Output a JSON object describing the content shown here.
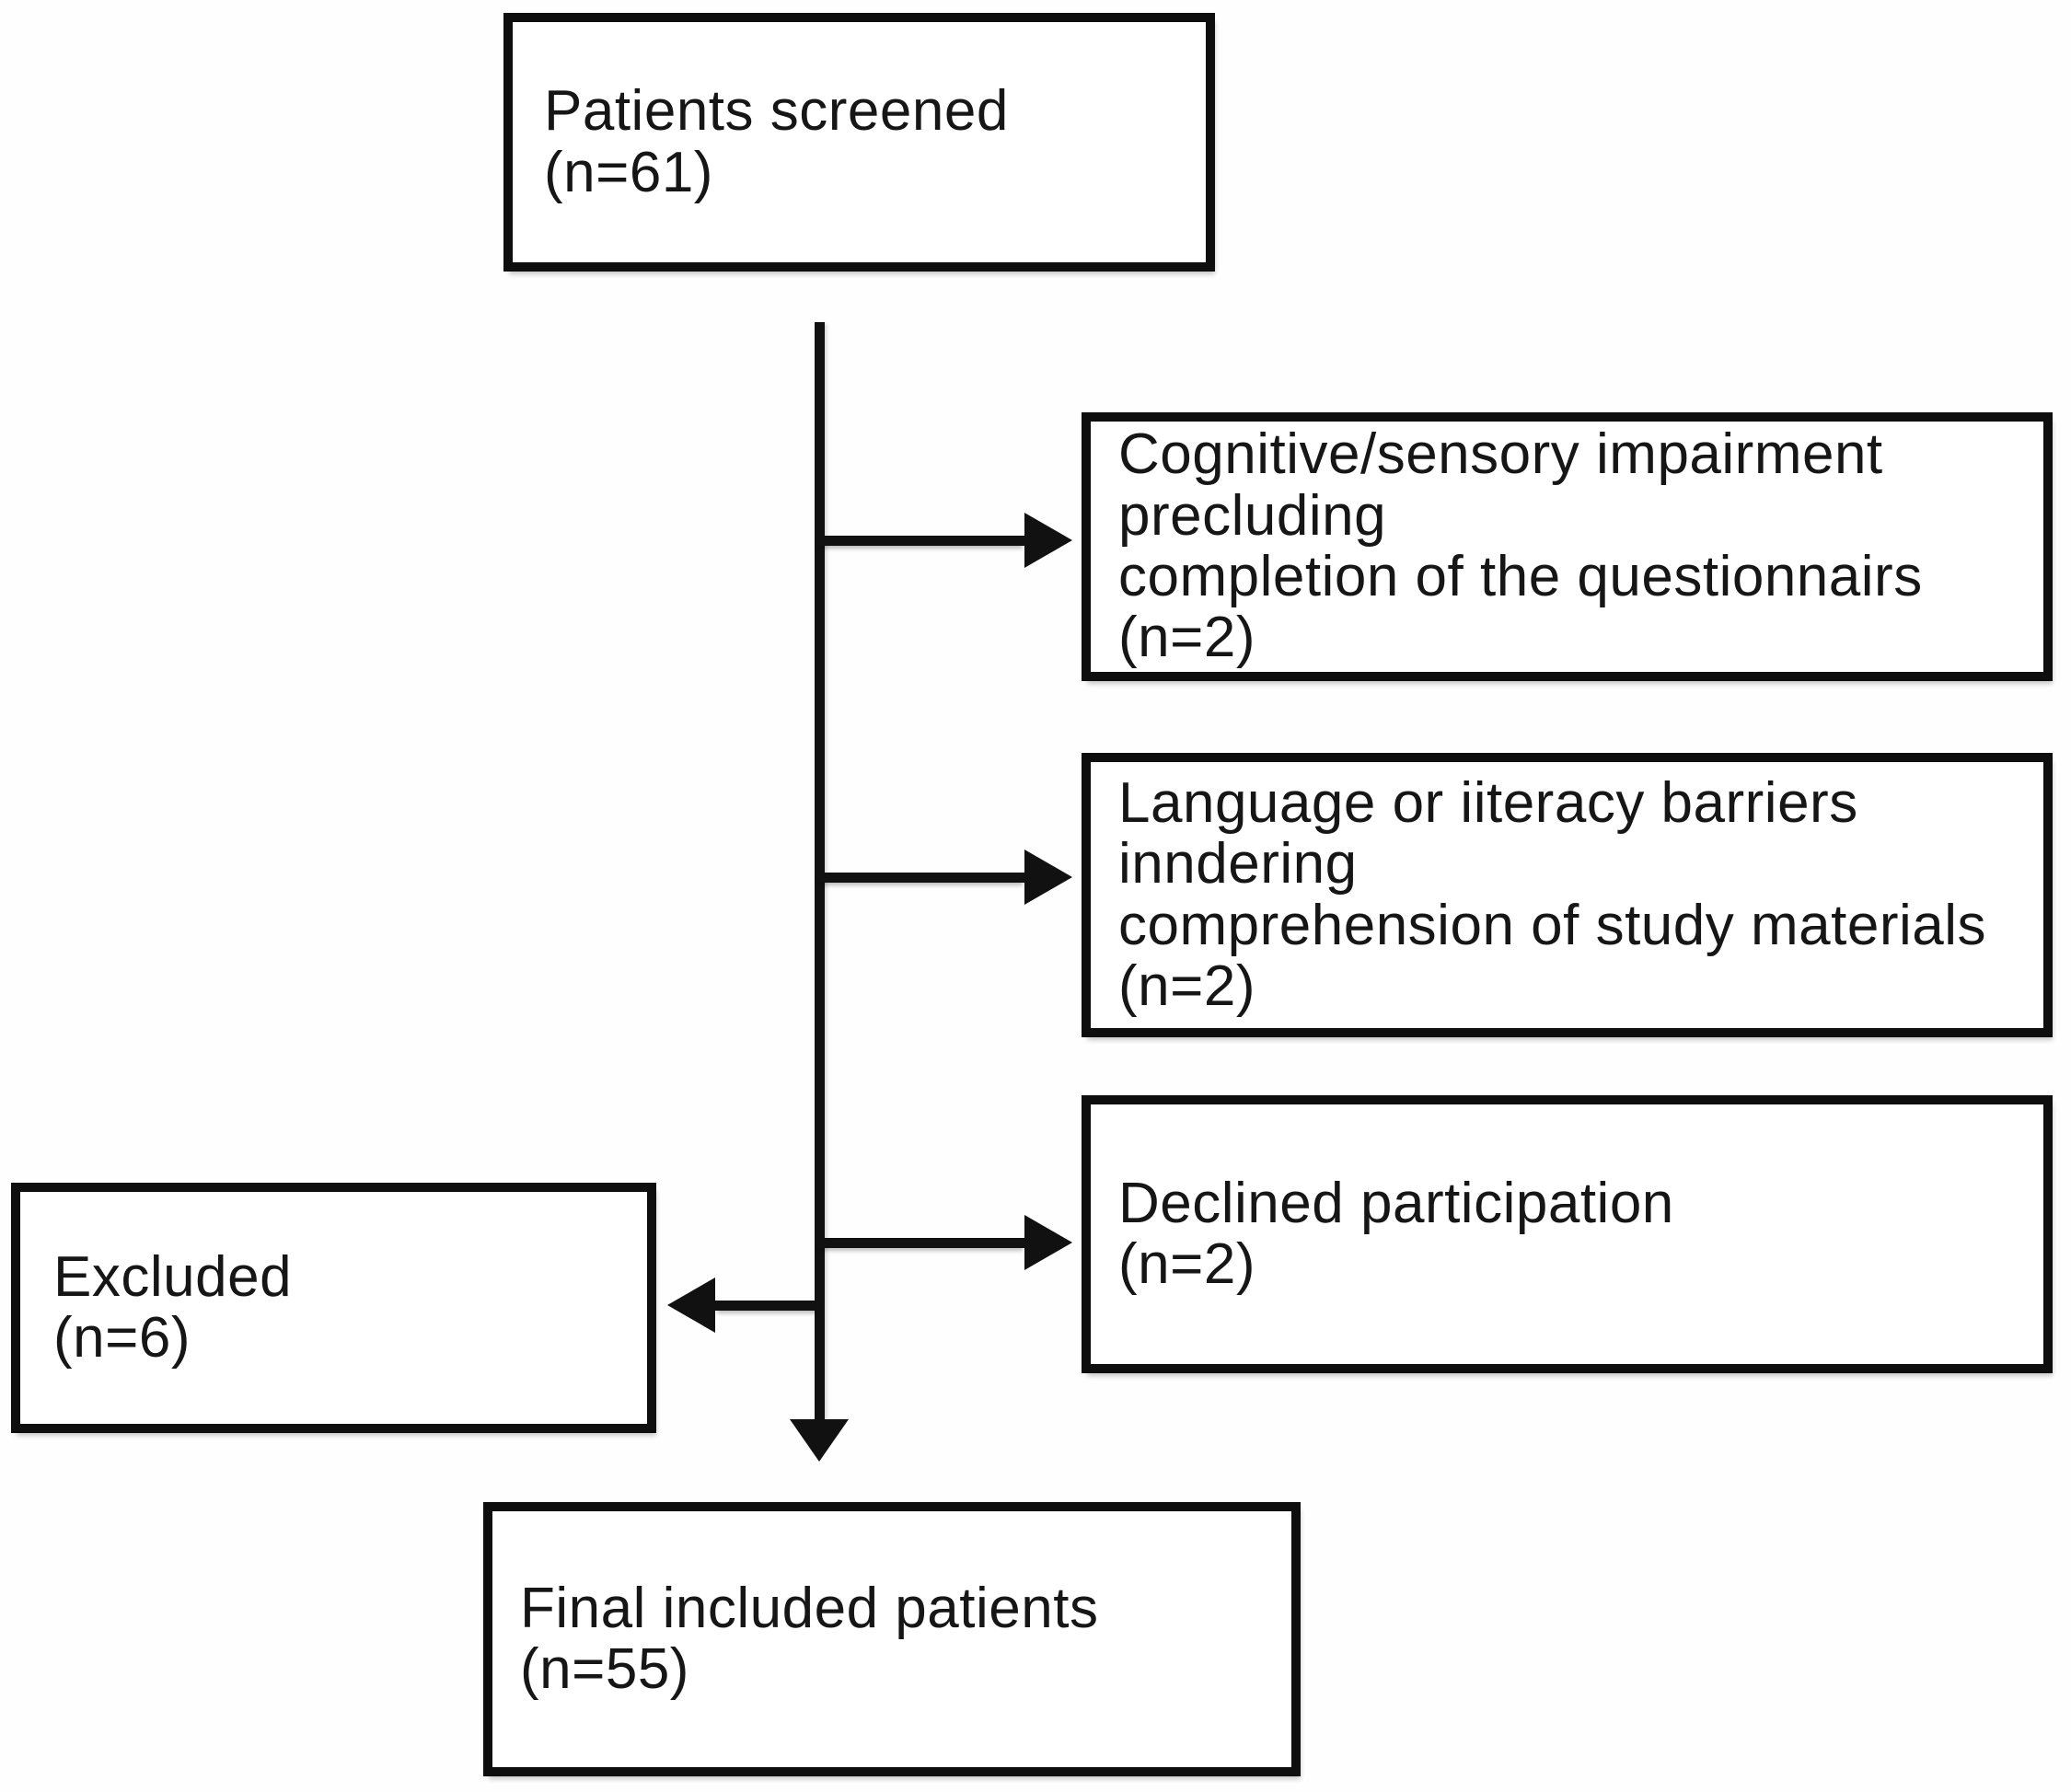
{
  "figure": {
    "kind": "patient-flow-diagram",
    "colors": {
      "line": "#111111",
      "box_border": "#0e0e0e",
      "box_background": "#ffffff",
      "text": "#161616",
      "page_background": "#fefefe"
    }
  },
  "nodes": {
    "screened": {
      "lines": [
        "Patients screened",
        "(n=61)"
      ]
    },
    "cognitive": {
      "lines": [
        "Cognitive/sensory impairment precluding",
        "completion of the questionnairs",
        "(n=2)"
      ]
    },
    "language": {
      "lines": [
        "Language or iiteracy barriers inndering",
        "comprehension of study materials",
        "(n=2)"
      ]
    },
    "declined": {
      "lines": [
        "Declined participation",
        "(n=2)"
      ]
    },
    "excluded": {
      "lines": [
        "Excluded",
        "(n=6)"
      ]
    },
    "final": {
      "lines": [
        "Final included patients",
        "(n=55)"
      ]
    }
  },
  "connections": [
    {
      "from": "screened",
      "to": "cognitive",
      "style": "right-branch-arrow"
    },
    {
      "from": "screened",
      "to": "language",
      "style": "right-branch-arrow"
    },
    {
      "from": "screened",
      "to": "declined",
      "style": "right-branch-arrow"
    },
    {
      "from": "screened",
      "to": "excluded",
      "style": "left-branch-arrow"
    },
    {
      "from": "screened",
      "to": "final",
      "style": "down-arrow"
    }
  ]
}
